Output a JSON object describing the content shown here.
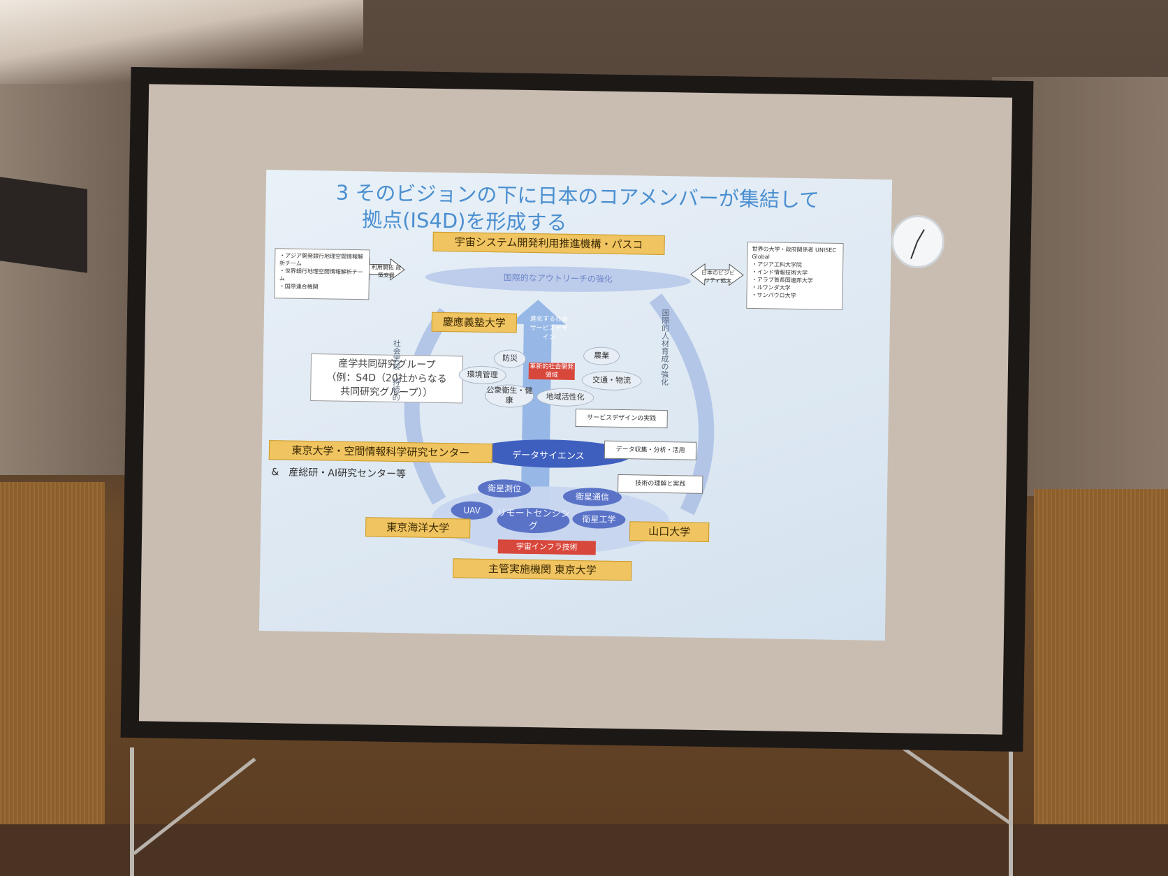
{
  "slide": {
    "title_line1": "3 そのビジョンの下に日本のコアメンバーが集結して",
    "title_line2": "拠点(IS4D)を形成する",
    "top_org": "宇宙システム開発利用推進機構・パスコ",
    "outreach": "国際的なアウトリーチの強化",
    "left_box": {
      "items": [
        "・アジア開発銀行地理空間情報解析チーム",
        "・世界銀行地理空間情報解析チーム",
        "・国際連合機関"
      ]
    },
    "left_arrow_text": "利用開拓 政策支援",
    "right_arrow_text": "日本のビジビリティ拡大",
    "right_box": {
      "heading": "世界の大学・政府関係者 UNISEC Global",
      "items": [
        "・アジア工科大学院",
        "・インド情報技術大学",
        "・アラブ首長国連邦大学",
        "・ルワンダ大学",
        "・サンパウロ大学"
      ]
    },
    "keio": "慶應義塾大学",
    "center_arrow_text": "進化する社会サービスデザイン",
    "industry_group": "産学共同研究グループ\n（例：S4D（20社からなる\n共同研究グループ））",
    "domains": [
      "防災",
      "農業",
      "環境管理",
      "交通・物流",
      "公衆衛生・健康",
      "地域活性化"
    ],
    "innovation_label": "革新的社会開発領域",
    "service_design_practice": "サービスデザインの実践",
    "utokyo_csis": "東京大学・空間情報科学研究センター",
    "data_science": "データサイエンス",
    "data_arrow_text": "データ収集・分析・活用",
    "aist": "&　産総研・AI研究センター等",
    "tech_arrow_text": "技術の理解と実践",
    "tech_ellipses": [
      "衛星測位",
      "衛星通信",
      "UAV",
      "リモートセンシング",
      "衛星工学"
    ],
    "space_infra": "宇宙インフラ技術",
    "tokyo_kaiyo": "東京海洋大学",
    "yamaguchi": "山口大学",
    "lead_org": "主管実施機関 東京大学",
    "left_vertical": "社会実装・持続的",
    "right_vertical": "国際的人材育成の強化"
  }
}
